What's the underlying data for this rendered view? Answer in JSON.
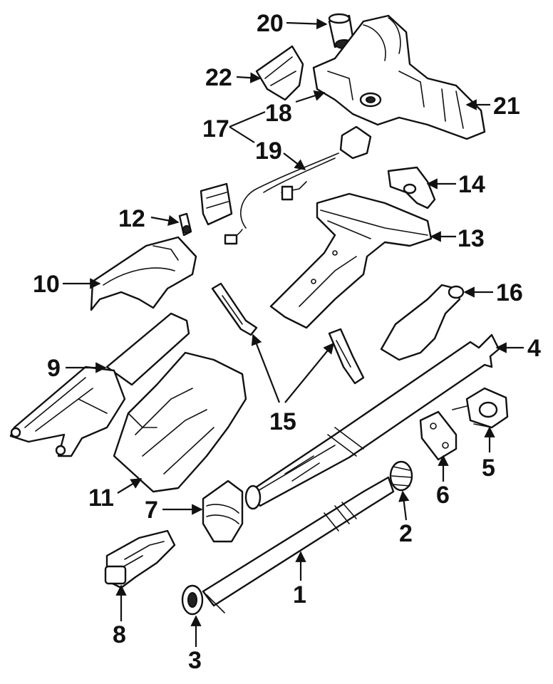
{
  "callouts": {
    "n1": "1",
    "n2": "2",
    "n3": "3",
    "n4": "4",
    "n5": "5",
    "n6": "6",
    "n7": "7",
    "n8": "8",
    "n9": "9",
    "n10": "10",
    "n11": "11",
    "n12": "12",
    "n13": "13",
    "n14": "14",
    "n15": "15",
    "n16": "16",
    "n17": "17",
    "n18": "18",
    "n19": "19",
    "n20": "20",
    "n21": "21",
    "n22": "22"
  },
  "colors": {
    "ink": "#111111",
    "paper": "#ffffff"
  }
}
